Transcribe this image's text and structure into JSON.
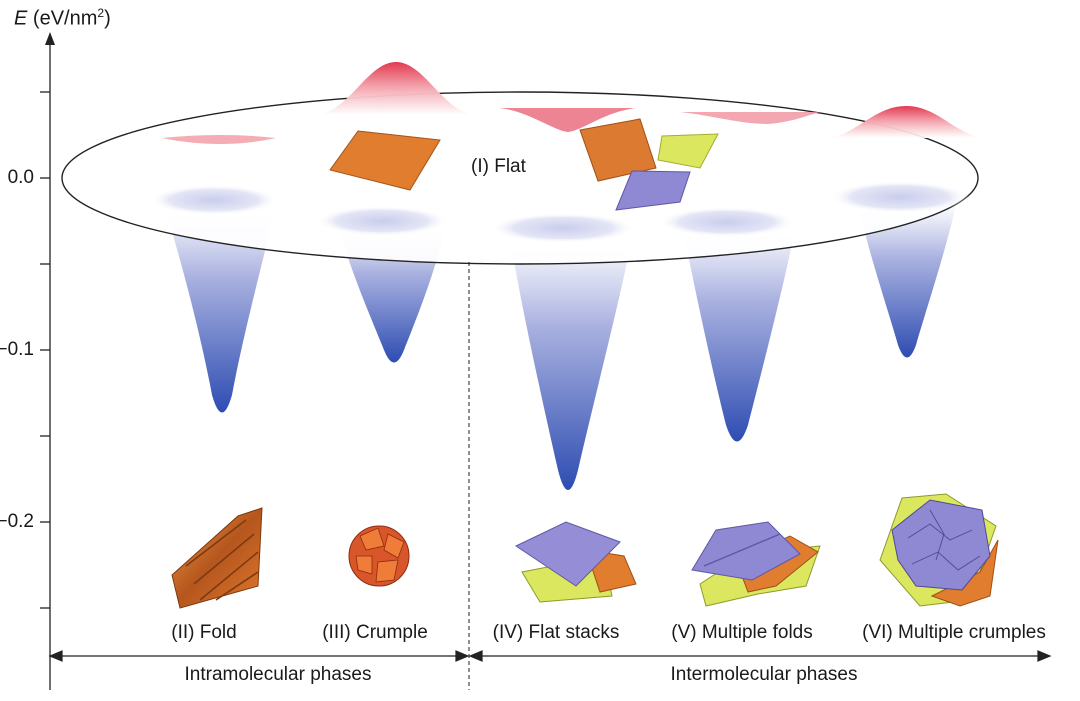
{
  "axis": {
    "symbol": "E",
    "unit_open": "(eV/nm",
    "unit_sup": "2",
    "unit_close": ")",
    "ticks": [
      "0.0",
      "−0.1",
      "−0.2"
    ]
  },
  "center_label": "(I) Flat",
  "phases": [
    {
      "label": "(II) Fold",
      "well_depth": -0.145
    },
    {
      "label": "(III) Crumple",
      "well_depth": -0.11
    },
    {
      "label": "(IV) Flat stacks",
      "well_depth": -0.19
    },
    {
      "label": "(V) Multiple folds",
      "well_depth": -0.16
    },
    {
      "label": "(VI) Multiple crumples",
      "well_depth": -0.108
    }
  ],
  "groups": {
    "intra": "Intramolecular phases",
    "inter": "Intermolecular phases"
  },
  "colors": {
    "orange": "#e07d2e",
    "purple": "#8f88d2",
    "yellow": "#d9e45a",
    "barrier": "#e8485a",
    "well": "#3a55b8"
  }
}
